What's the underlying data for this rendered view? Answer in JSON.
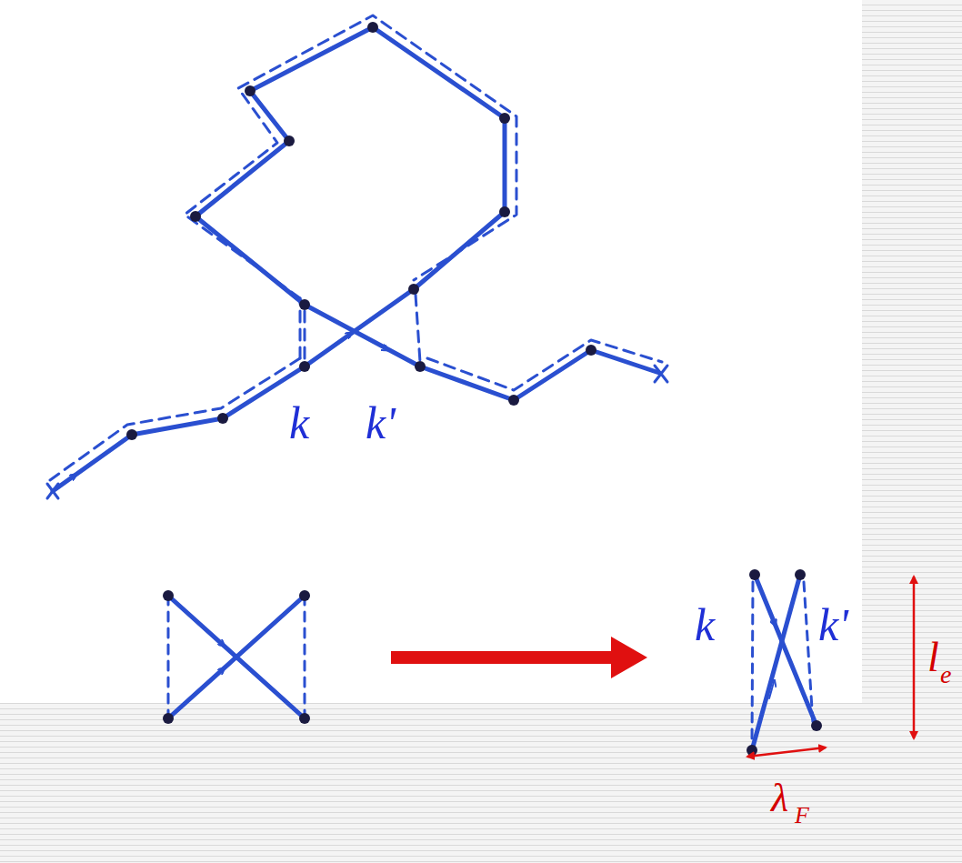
{
  "diagram": {
    "labels": [
      "k",
      "k'",
      "k",
      "k'",
      "l",
      "e",
      "λ",
      "F"
    ]
  }
}
